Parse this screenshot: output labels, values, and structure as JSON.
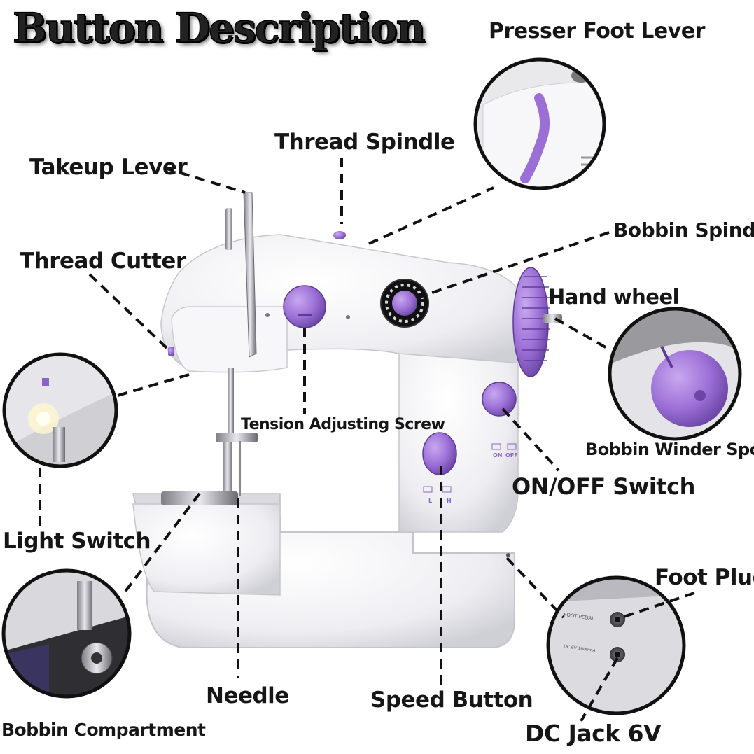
{
  "title": "Button Description",
  "labels": {
    "presser_foot_lever": "Presser Foot Lever",
    "thread_spindle": "Thread Spindle",
    "takeup_lever": "Takeup Lever",
    "bobbin_spindle": "Bobbin Spindle",
    "thread_cutter": "Thread Cutter",
    "hand_wheel": "Hand wheel",
    "tension_adjusting_screw": "Tension Adjusting Screw",
    "bobbin_winder_spool": "Bobbin Winder Spool",
    "on_off_switch": "ON/OFF Switch",
    "light_switch": "Light Switch",
    "foot_plug": "Foot Plug",
    "needle": "Needle",
    "speed_button": "Speed Button",
    "bobbin_compartment": "Bobbin Compartment",
    "dc_jack": "DC Jack 6V"
  },
  "machine_markings": {
    "on": "ON",
    "off": "OFF",
    "low": "L",
    "high": "H",
    "foot_pedal": "FOOT PEDAL",
    "dc_rating": "DC 6V 1000mA"
  },
  "colors": {
    "accent_purple": "#9b6fd6",
    "body_white": "#f3f3f6",
    "line_black": "#111111"
  }
}
